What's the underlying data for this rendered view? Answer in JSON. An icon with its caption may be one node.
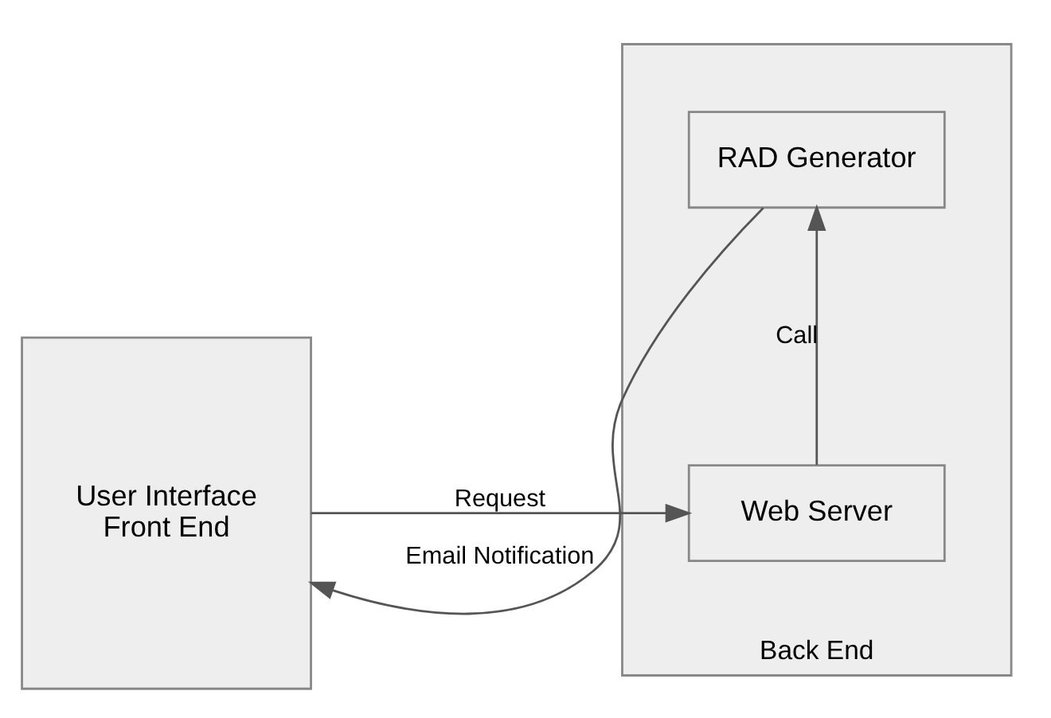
{
  "diagram": {
    "nodes": [
      {
        "text": [
          "User Interface",
          "Front End"
        ]
      },
      {
        "text": [
          "Back End"
        ]
      },
      {
        "text": [
          "Web Server"
        ],
        "in": 1
      },
      {
        "text": [
          "RAD Generator"
        ],
        "in": 1
      }
    ],
    "edges": [
      {
        "from": 0,
        "to": 2,
        "arrow": "to",
        "label": "Request"
      },
      {
        "from": 2,
        "to": 3,
        "arrow": "to",
        "label": "Call"
      },
      {
        "from": 3,
        "to": 0,
        "arrow": "to",
        "label": "Email Notification"
      }
    ]
  }
}
